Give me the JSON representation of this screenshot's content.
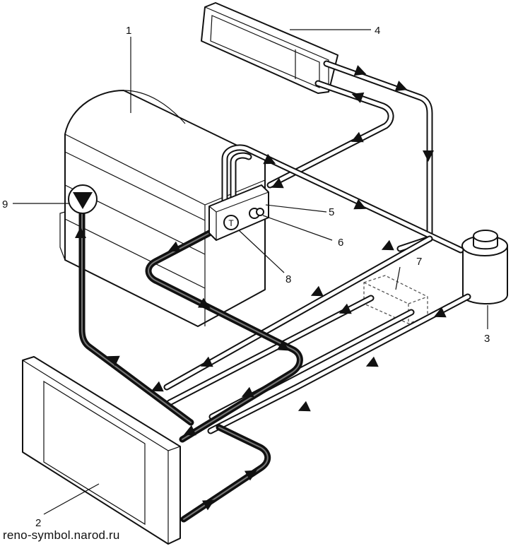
{
  "callouts": [
    {
      "id": "1",
      "text": "1"
    },
    {
      "id": "2",
      "text": "2"
    },
    {
      "id": "3",
      "text": "3"
    },
    {
      "id": "4",
      "text": "4"
    },
    {
      "id": "5",
      "text": "5"
    },
    {
      "id": "6",
      "text": "6"
    },
    {
      "id": "7",
      "text": "7"
    },
    {
      "id": "8",
      "text": "8"
    },
    {
      "id": "9",
      "text": "9"
    }
  ],
  "thermostat_mark": "T",
  "watermark": "reno-symbol.narod.ru"
}
